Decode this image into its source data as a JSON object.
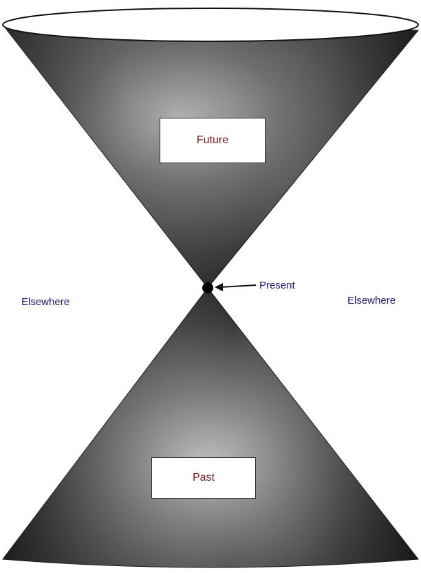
{
  "labels": {
    "future": "Future",
    "past": "Past",
    "present": "Present",
    "elsewhere_left": "Elsewhere",
    "elsewhere_right": "Elsewhere"
  },
  "colors": {
    "region_text": "#7a1a1a",
    "annotation_text": "#1c1c6e",
    "cone_dark": "#1a1a1a",
    "cone_mid": "#5a5a5a",
    "cone_light": "#b8b8b8",
    "rim_fill": "#ffffff",
    "point": "#000000"
  },
  "icons": {
    "present_point": "filled-circle-point",
    "present_arrow": "arrow-left-icon"
  }
}
